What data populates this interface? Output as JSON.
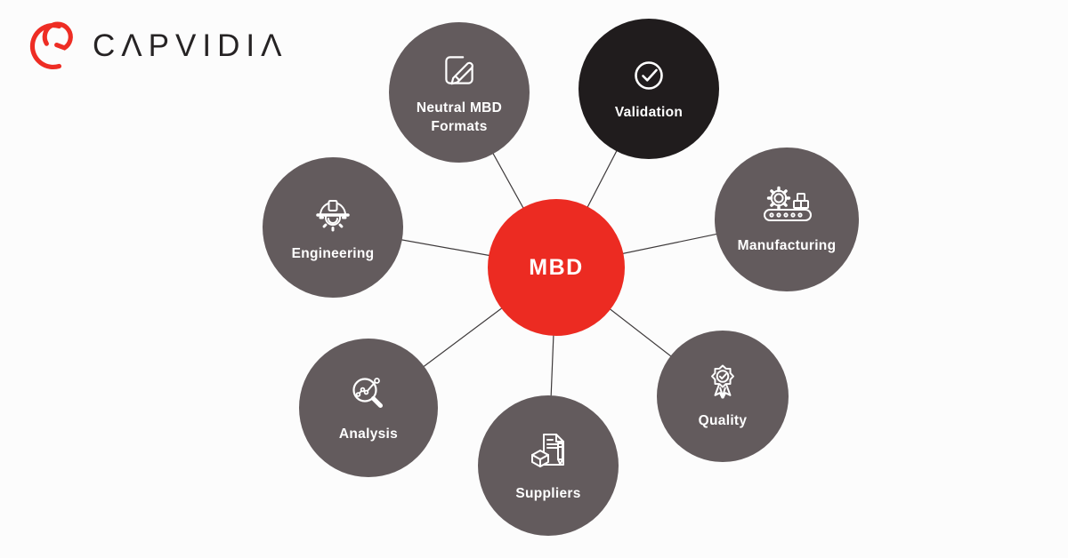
{
  "logo": {
    "name": "CAPVIDIA",
    "wordmark": "CΛPVIDIΛ",
    "mark_color": "#EE2D24",
    "text_color": "#262324"
  },
  "diagram": {
    "center": {
      "id": "mbd",
      "label": "MBD",
      "color": "#EC2B22",
      "text_color": "#FFFFFF"
    },
    "nodes": [
      {
        "id": "neutral-mbd-formats",
        "label": "Neutral MBD Formats",
        "icon": "edit-square-icon",
        "color": "#635B5D"
      },
      {
        "id": "validation",
        "label": "Validation",
        "icon": "check-circle-icon",
        "color": "#201C1D"
      },
      {
        "id": "manufacturing",
        "label": "Manufacturing",
        "icon": "conveyor-gear-icon",
        "color": "#635B5D"
      },
      {
        "id": "quality",
        "label": "Quality",
        "icon": "award-badge-icon",
        "color": "#635B5D"
      },
      {
        "id": "suppliers",
        "label": "Suppliers",
        "icon": "document-box-pencil-icon",
        "color": "#635B5D"
      },
      {
        "id": "analysis",
        "label": "Analysis",
        "icon": "magnifier-chart-icon",
        "color": "#635B5D"
      },
      {
        "id": "engineering",
        "label": "Engineering",
        "icon": "hardhat-gear-icon",
        "color": "#635B5D"
      }
    ],
    "connector_color": "#3E3A3B",
    "icon_color": "#FFFFFF"
  }
}
